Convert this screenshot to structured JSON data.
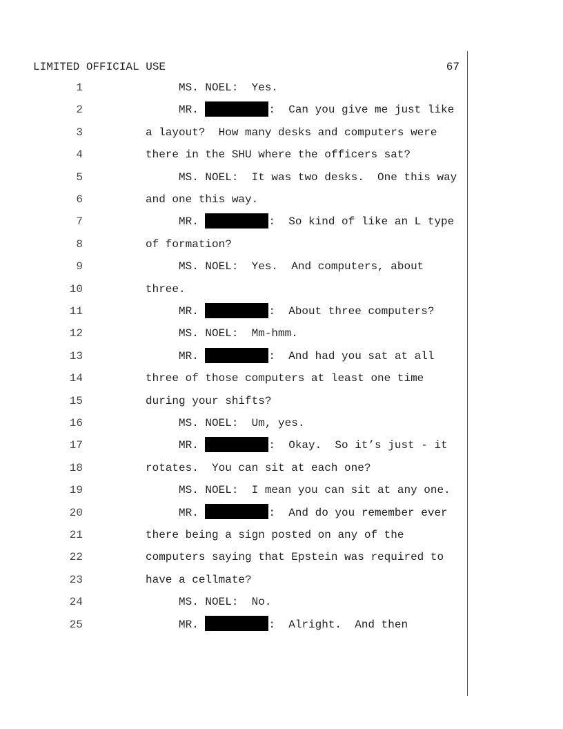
{
  "header": {
    "label": "LIMITED OFFICIAL USE",
    "page_number": "67"
  },
  "lines": [
    {
      "n": "1",
      "indent": true,
      "speaker": "MS. NOEL:",
      "text": "  Yes."
    },
    {
      "n": "2",
      "indent": true,
      "speaker": "MR. ",
      "redacted": true,
      "text": ":  Can you give me just like"
    },
    {
      "n": "3",
      "indent": false,
      "text": "a layout?  How many desks and computers were"
    },
    {
      "n": "4",
      "indent": false,
      "text": "there in the SHU where the officers sat?"
    },
    {
      "n": "5",
      "indent": true,
      "speaker": "MS. NOEL:",
      "text": "  It was two desks.  One this way"
    },
    {
      "n": "6",
      "indent": false,
      "text": "and one this way."
    },
    {
      "n": "7",
      "indent": true,
      "speaker": "MR. ",
      "redacted": true,
      "text": ":  So kind of like an L type"
    },
    {
      "n": "8",
      "indent": false,
      "text": "of formation?"
    },
    {
      "n": "9",
      "indent": true,
      "speaker": "MS. NOEL:",
      "text": "  Yes.  And computers, about"
    },
    {
      "n": "10",
      "indent": false,
      "text": "three."
    },
    {
      "n": "11",
      "indent": true,
      "speaker": "MR. ",
      "redacted": true,
      "text": ":  About three computers?"
    },
    {
      "n": "12",
      "indent": true,
      "speaker": "MS. NOEL:",
      "text": "  Mm-hmm."
    },
    {
      "n": "13",
      "indent": true,
      "speaker": "MR. ",
      "redacted": true,
      "text": ":  And had you sat at all"
    },
    {
      "n": "14",
      "indent": false,
      "text": "three of those computers at least one time"
    },
    {
      "n": "15",
      "indent": false,
      "text": "during your shifts?"
    },
    {
      "n": "16",
      "indent": true,
      "speaker": "MS. NOEL:",
      "text": "  Um, yes."
    },
    {
      "n": "17",
      "indent": true,
      "speaker": "MR. ",
      "redacted": true,
      "text": ":  Okay.  So it’s just - it"
    },
    {
      "n": "18",
      "indent": false,
      "text": "rotates.  You can sit at each one?"
    },
    {
      "n": "19",
      "indent": true,
      "speaker": "MS. NOEL:",
      "text": "  I mean you can sit at any one."
    },
    {
      "n": "20",
      "indent": true,
      "speaker": "MR. ",
      "redacted": true,
      "text": ":  And do you remember ever"
    },
    {
      "n": "21",
      "indent": false,
      "text": "there being a sign posted on any of the"
    },
    {
      "n": "22",
      "indent": false,
      "text": "computers saying that Epstein was required to"
    },
    {
      "n": "23",
      "indent": false,
      "text": "have a cellmate?"
    },
    {
      "n": "24",
      "indent": true,
      "speaker": "MS. NOEL:",
      "text": "  No."
    },
    {
      "n": "25",
      "indent": true,
      "speaker": "MR. ",
      "redacted": true,
      "text": ":  Alright.  And then"
    }
  ]
}
